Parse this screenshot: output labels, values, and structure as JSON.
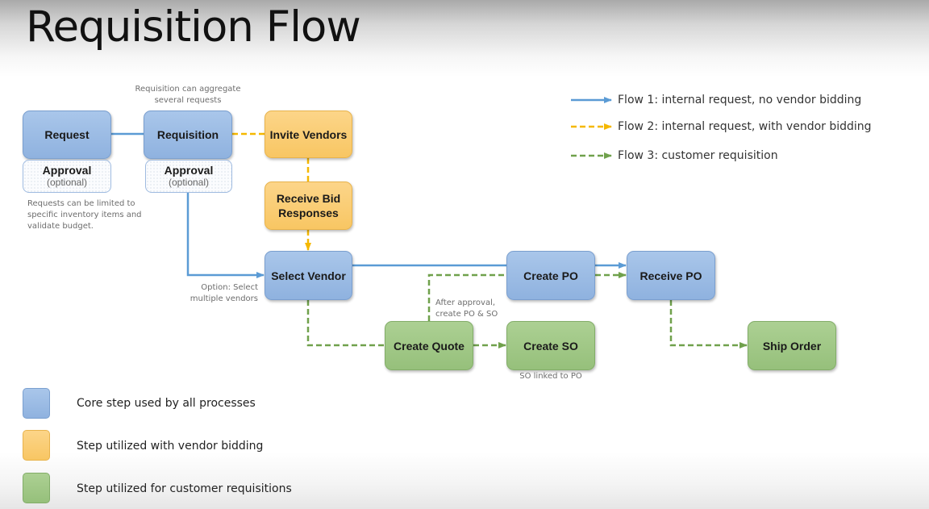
{
  "title": "Requisition Flow",
  "colors": {
    "core_blue": "#8fb2df",
    "vendor_yellow": "#f8c663",
    "customer_green": "#96c07b",
    "flow1_line": "#5b9bd5",
    "flow2_line": "#f5b800",
    "flow3_line": "#70a14c"
  },
  "nodes": {
    "request": "Request",
    "requisition": "Requisition",
    "invite_vendors": "Invite Vendors",
    "receive_bid_line1": "Receive Bid",
    "receive_bid_line2": "Responses",
    "select_vendor": "Select Vendor",
    "create_po": "Create PO",
    "receive_po": "Receive PO",
    "create_quote": "Create Quote",
    "create_so": "Create SO",
    "ship_order": "Ship Order"
  },
  "approvals": [
    {
      "title": "Approval",
      "subtitle": "(optional)"
    },
    {
      "title": "Approval",
      "subtitle": "(optional)"
    }
  ],
  "notes": {
    "requisition_aggregate_line1": "Requisition can aggregate",
    "requisition_aggregate_line2": "several requests",
    "requests_limited_line1": "Requests can be limited to",
    "requests_limited_line2": "specific inventory items and",
    "requests_limited_line3": "validate budget.",
    "multiple_vendors_line1": "Option: Select",
    "multiple_vendors_line2": "multiple vendors",
    "after_approval_line1": "After approval,",
    "after_approval_line2": "create PO & SO",
    "so_linked": "SO linked to PO"
  },
  "flow_legend": [
    {
      "label": "Flow 1: internal request, no vendor bidding",
      "style": "solid",
      "color": "#5b9bd5"
    },
    {
      "label": "Flow 2: internal request, with vendor bidding",
      "style": "dashed",
      "color": "#f5b800"
    },
    {
      "label": "Flow 3: customer requisition",
      "style": "dashed",
      "color": "#70a14c"
    }
  ],
  "step_key": [
    {
      "label": "Core step used by all processes",
      "color": "blue"
    },
    {
      "label": "Step utilized with vendor bidding",
      "color": "yellow"
    },
    {
      "label": "Step utilized for customer requisitions",
      "color": "green"
    }
  ]
}
